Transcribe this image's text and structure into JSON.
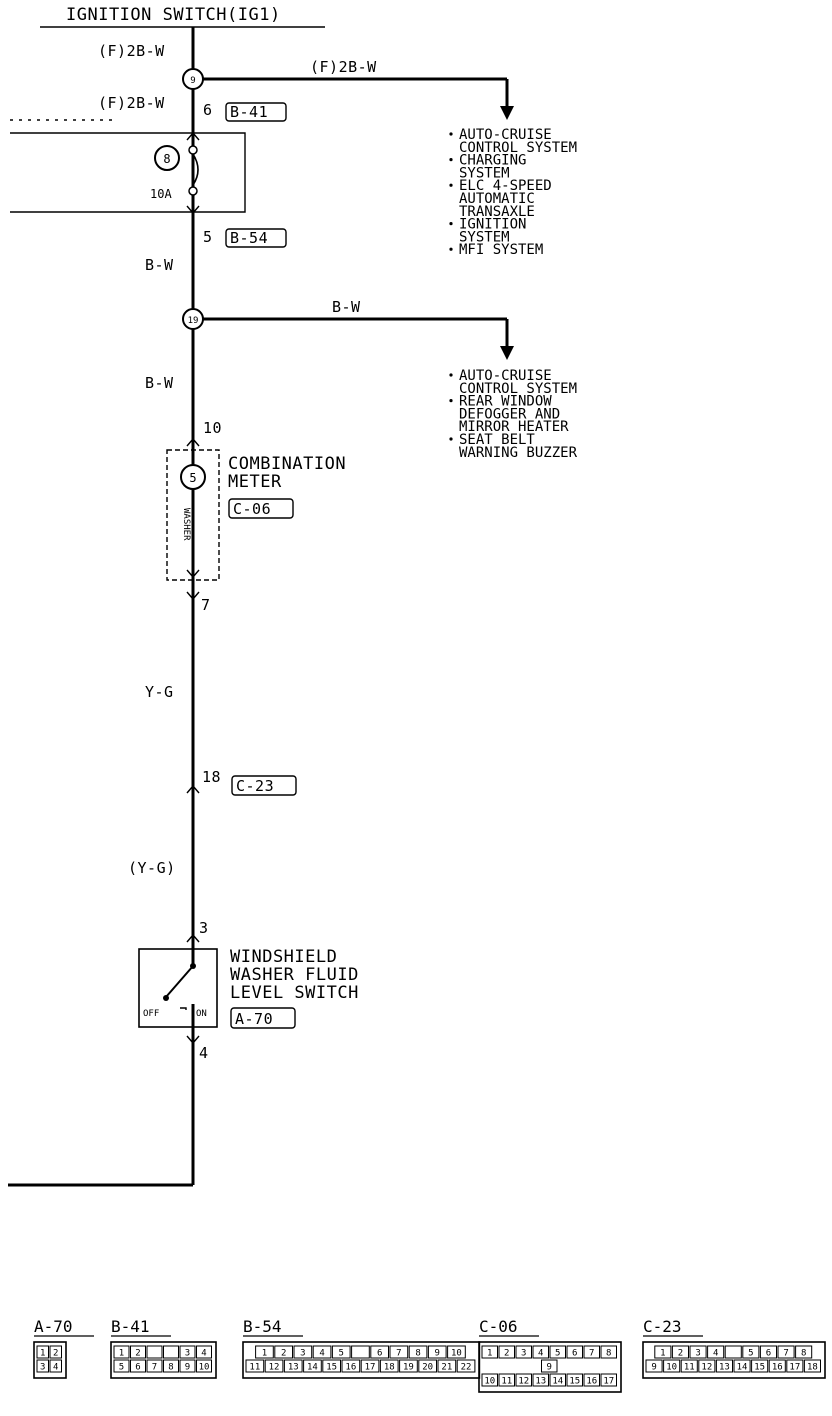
{
  "power_source": "IGNITION SWITCH(IG1)",
  "wire_labels": {
    "top_feed": "(F)2B-W",
    "branch_1": "(F)2B-W",
    "left_feed": "(F)2B-W",
    "after_fuse": "B-W",
    "branch_2": "B-W",
    "to_meter": "B-W",
    "meter_out": "Y-G",
    "to_switch": "(Y-G)"
  },
  "junctions": {
    "j1": "9",
    "j2": "19"
  },
  "fuse": {
    "number": "8",
    "rating": "10A"
  },
  "pins": {
    "fuse_in": "6",
    "fuse_out": "5",
    "meter_in": "10",
    "meter_out": "7",
    "conn_c23": "18",
    "switch_in": "3",
    "switch_out": "4"
  },
  "connectors": {
    "fuse_in": "B-41",
    "fuse_out": "B-54",
    "meter": "C-06",
    "c23": "C-23",
    "switch": "A-70"
  },
  "branch_1_systems": [
    [
      "AUTO-CRUISE",
      "CONTROL SYSTEM"
    ],
    [
      "CHARGING",
      "SYSTEM"
    ],
    [
      "ELC 4-SPEED",
      "AUTOMATIC",
      "TRANSAXLE"
    ],
    [
      "IGNITION",
      "SYSTEM"
    ],
    [
      "MFI SYSTEM"
    ]
  ],
  "branch_2_systems": [
    [
      "AUTO-CRUISE",
      "CONTROL SYSTEM"
    ],
    [
      "REAR WINDOW",
      "DEFOGGER AND",
      "MIRROR HEATER"
    ],
    [
      "SEAT BELT",
      "WARNING BUZZER"
    ]
  ],
  "meter": {
    "name_line1": "COMBINATION",
    "name_line2": "METER",
    "lamp_number": "5",
    "lamp_label": "WASHER"
  },
  "switch": {
    "name_line1": "WINDSHIELD",
    "name_line2": "WASHER FLUID",
    "name_line3": "LEVEL SWITCH",
    "off": "OFF",
    "on": "ON"
  },
  "connector_views": [
    {
      "id": "A-70",
      "rows": [
        [
          "1",
          "2"
        ],
        [
          "3",
          "4"
        ]
      ]
    },
    {
      "id": "B-41",
      "rows": [
        [
          "1",
          "2",
          "",
          "",
          "3",
          "4"
        ],
        [
          "5",
          "6",
          "7",
          "8",
          "9",
          "10"
        ]
      ]
    },
    {
      "id": "B-54",
      "rows": [
        [
          "1",
          "2",
          "3",
          "4",
          "5",
          "",
          "6",
          "7",
          "8",
          "9",
          "10"
        ],
        [
          "11",
          "12",
          "13",
          "14",
          "15",
          "16",
          "17",
          "18",
          "19",
          "20",
          "21",
          "22"
        ]
      ]
    },
    {
      "id": "C-06",
      "rows": [
        [
          "1",
          "2",
          "3",
          "4",
          "5",
          "6",
          "7",
          "8"
        ],
        [
          "9"
        ],
        [
          "10",
          "11",
          "12",
          "13",
          "14",
          "15",
          "16",
          "17"
        ]
      ]
    },
    {
      "id": "C-23",
      "rows": [
        [
          "1",
          "2",
          "3",
          "4",
          "",
          "5",
          "6",
          "7",
          "8"
        ],
        [
          "9",
          "10",
          "11",
          "12",
          "13",
          "14",
          "15",
          "16",
          "17",
          "18"
        ]
      ]
    }
  ]
}
